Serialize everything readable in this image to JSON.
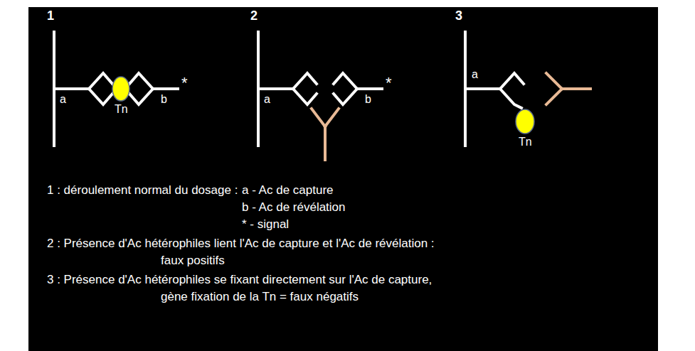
{
  "diagram": {
    "labels": [
      "1",
      "2",
      "3",
      "a",
      "Tn",
      "b",
      "*",
      "a",
      "b",
      "*",
      "a",
      "Tn",
      "1 : déroulement normal du dosage :",
      "a - Ac de capture",
      "b - Ac de révélation",
      "* - signal",
      "2 : Présence d'Ac hétérophiles lient l'Ac de capture et l'Ac de révélation :",
      "faux positifs",
      "3 : Présence d'Ac hétérophiles se fixant directement sur l'Ac de capture,",
      "gène fixation de la Tn = faux négatifs"
    ]
  }
}
